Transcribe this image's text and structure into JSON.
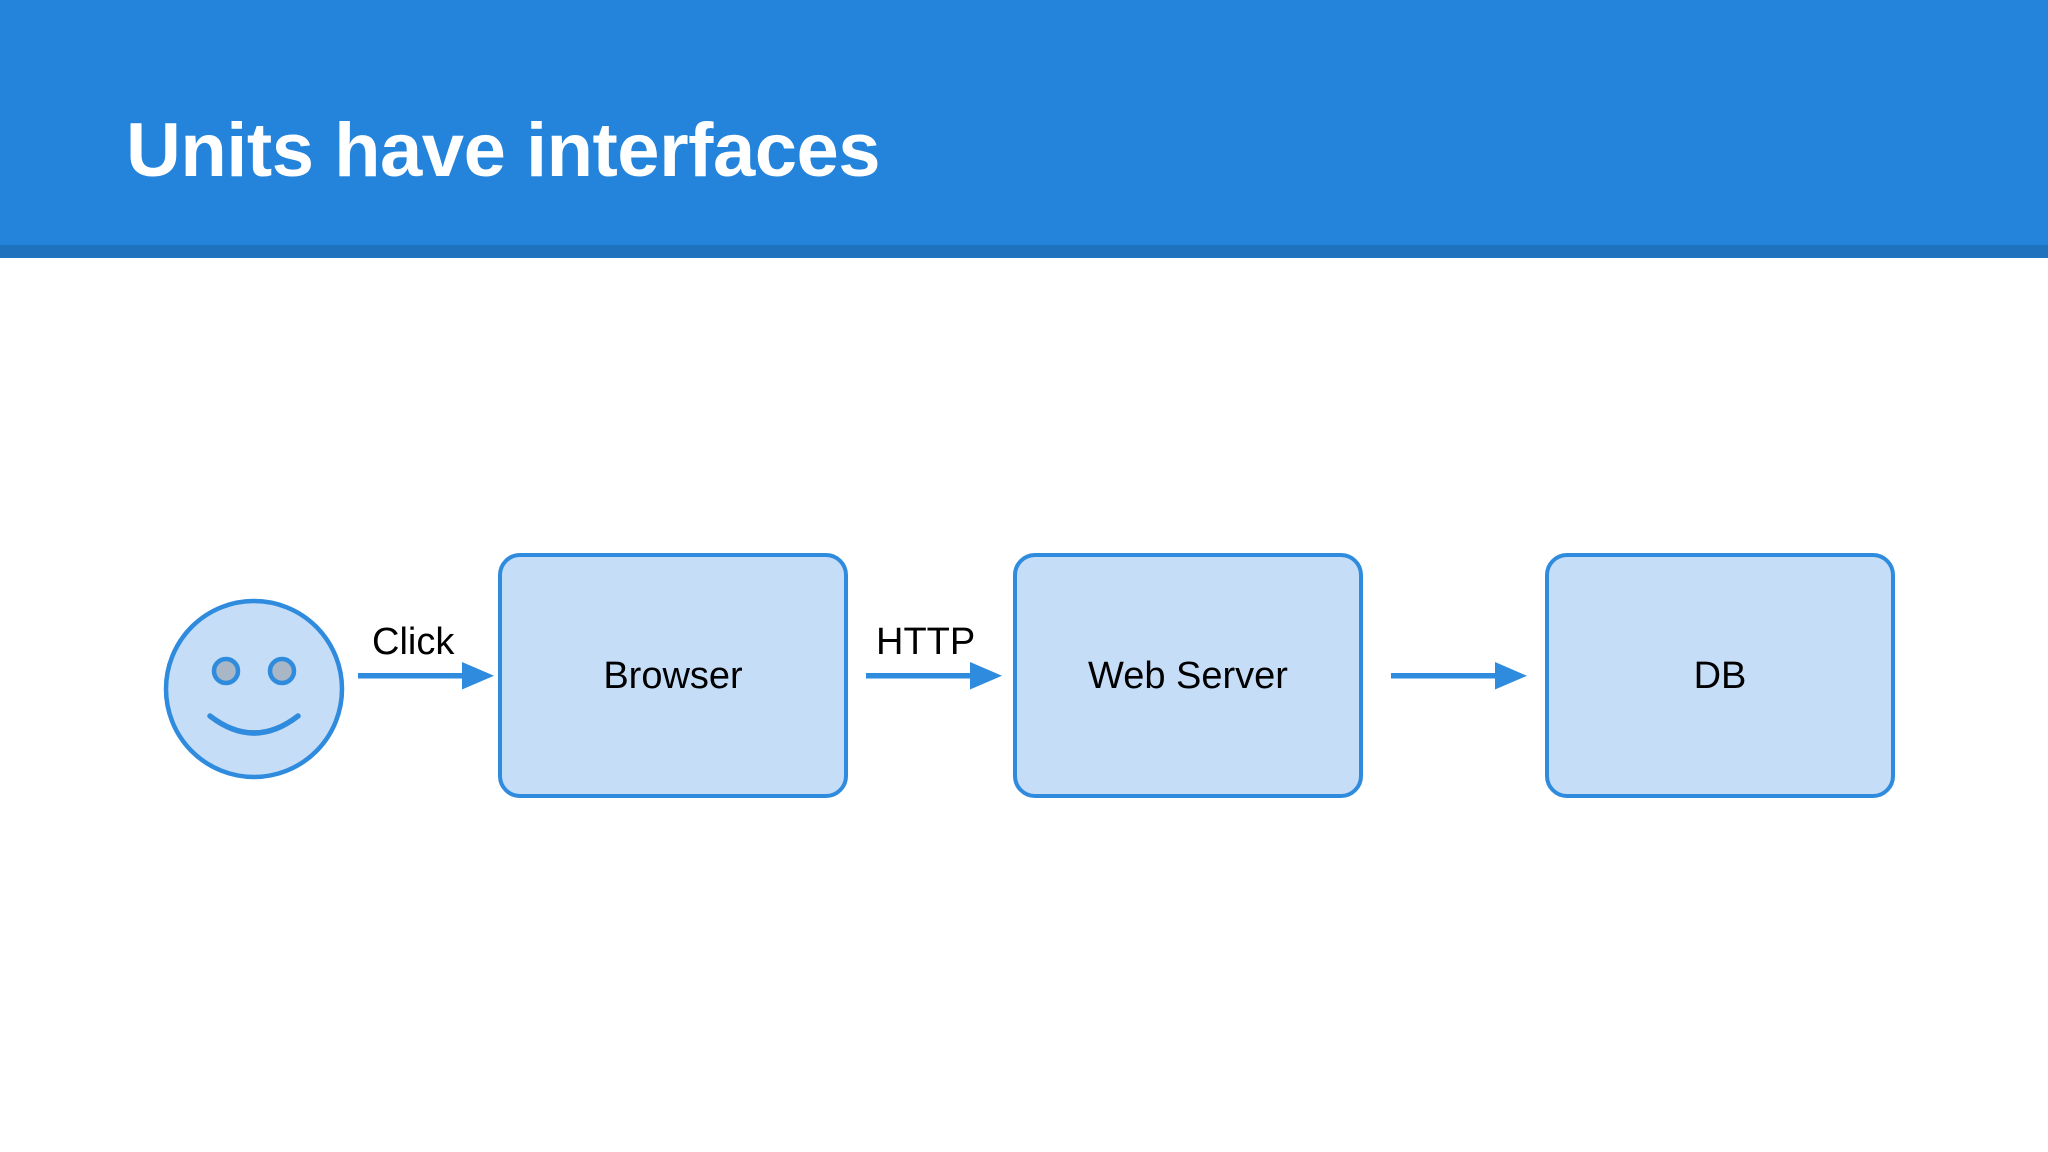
{
  "header": {
    "title": "Units have interfaces",
    "background_color": "#2484db",
    "underline_color": "#1f72bd",
    "title_color": "#ffffff"
  },
  "diagram": {
    "type": "flow",
    "theme": {
      "node_fill": "#c6ddf8",
      "node_stroke": "#2e8bdd",
      "arrow_color": "#2e8bdd",
      "label_color": "#000000",
      "eye_fill": "#a9b6c6"
    },
    "actor": {
      "name": "smiley-user",
      "shape": "circle-face"
    },
    "nodes": [
      {
        "id": "browser",
        "label": "Browser"
      },
      {
        "id": "web-server",
        "label": "Web Server"
      },
      {
        "id": "db",
        "label": "DB"
      }
    ],
    "edges": [
      {
        "id": "click",
        "from": "smiley-user",
        "to": "browser",
        "label": "Click"
      },
      {
        "id": "http",
        "from": "browser",
        "to": "web-server",
        "label": "HTTP"
      },
      {
        "id": "query",
        "from": "web-server",
        "to": "db",
        "label": ""
      }
    ]
  }
}
